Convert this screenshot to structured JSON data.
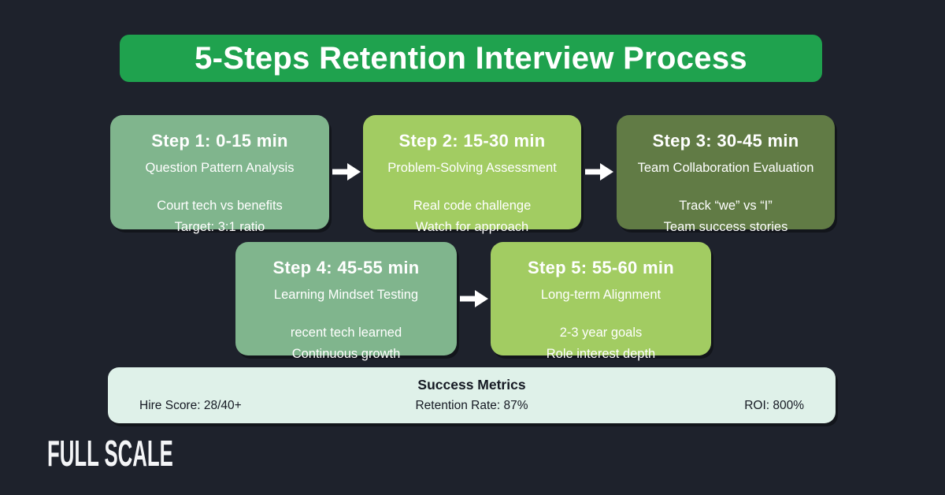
{
  "colors": {
    "background": "#1E222C",
    "title_green": "#1FA24E",
    "sage_green": "#80B58D",
    "light_green": "#A2CC62",
    "olive_green": "#617B45",
    "mint": "#DFF1E9",
    "metrics_text": "#151923",
    "white": "#FFFFFF"
  },
  "title": {
    "text": "5-Steps Retention Interview Process",
    "bg": "#1FA24E"
  },
  "steps": [
    {
      "heading": "Step 1: 0-15 min",
      "subtitle": "Question Pattern Analysis",
      "details": [
        "Court tech vs benefits",
        "Target: 3:1 ratio"
      ],
      "bg": "#80B58D"
    },
    {
      "heading": "Step 2: 15-30 min",
      "subtitle": "Problem-Solving Assessment",
      "details": [
        "Real code challenge",
        "Watch for approach"
      ],
      "bg": "#A2CC62"
    },
    {
      "heading": "Step 3: 30-45 min",
      "subtitle": "Team Collaboration Evaluation",
      "details": [
        "Track “we” vs “I”",
        "Team success stories"
      ],
      "bg": "#617B45"
    },
    {
      "heading": "Step 4: 45-55 min",
      "subtitle": "Learning Mindset Testing",
      "details": [
        "recent tech learned",
        "Continuous growth"
      ],
      "bg": "#80B58D"
    },
    {
      "heading": "Step 5: 55-60 min",
      "subtitle": "Long-term Alignment",
      "details": [
        "2-3 year goals",
        "Role interest depth"
      ],
      "bg": "#A2CC62"
    }
  ],
  "metrics": {
    "heading": "Success Metrics",
    "items": [
      "Hire Score: 28/40+",
      "Retention Rate: 87%",
      "ROI: 800%"
    ],
    "bg": "#DFF1E9"
  },
  "logo": {
    "text": "FULL SCALE"
  }
}
